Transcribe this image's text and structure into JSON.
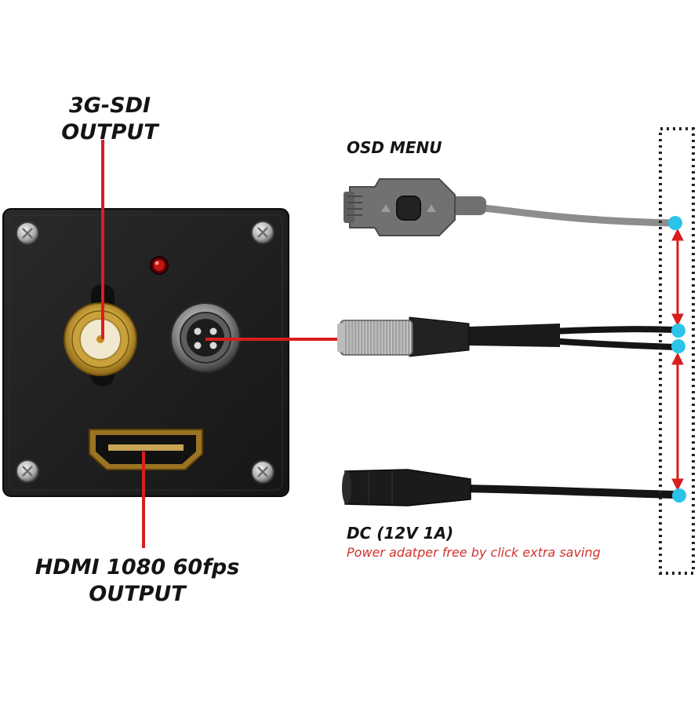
{
  "labels": {
    "sdi_line1": "3G-SDI",
    "sdi_line2": "OUTPUT",
    "hdmi_line1": "HDMI 1080 60fps",
    "hdmi_line2": "OUTPUT",
    "osd": "OSD MENU",
    "dc": "DC (12V 1A)",
    "promo": "Power adatper free by click extra saving"
  },
  "colors": {
    "pointer_line": "#d81e1e",
    "marker_dot": "#2bc3e8",
    "camera_body": "#1f1f1f",
    "cable_gray": "#8d8d8d",
    "cable_black": "#151515",
    "promo_text": "#d2322d"
  },
  "icons": [
    "bnc-connector",
    "hirose-connector",
    "hdmi-port",
    "status-led",
    "mounting-screw",
    "osd-button",
    "dc-jack"
  ]
}
